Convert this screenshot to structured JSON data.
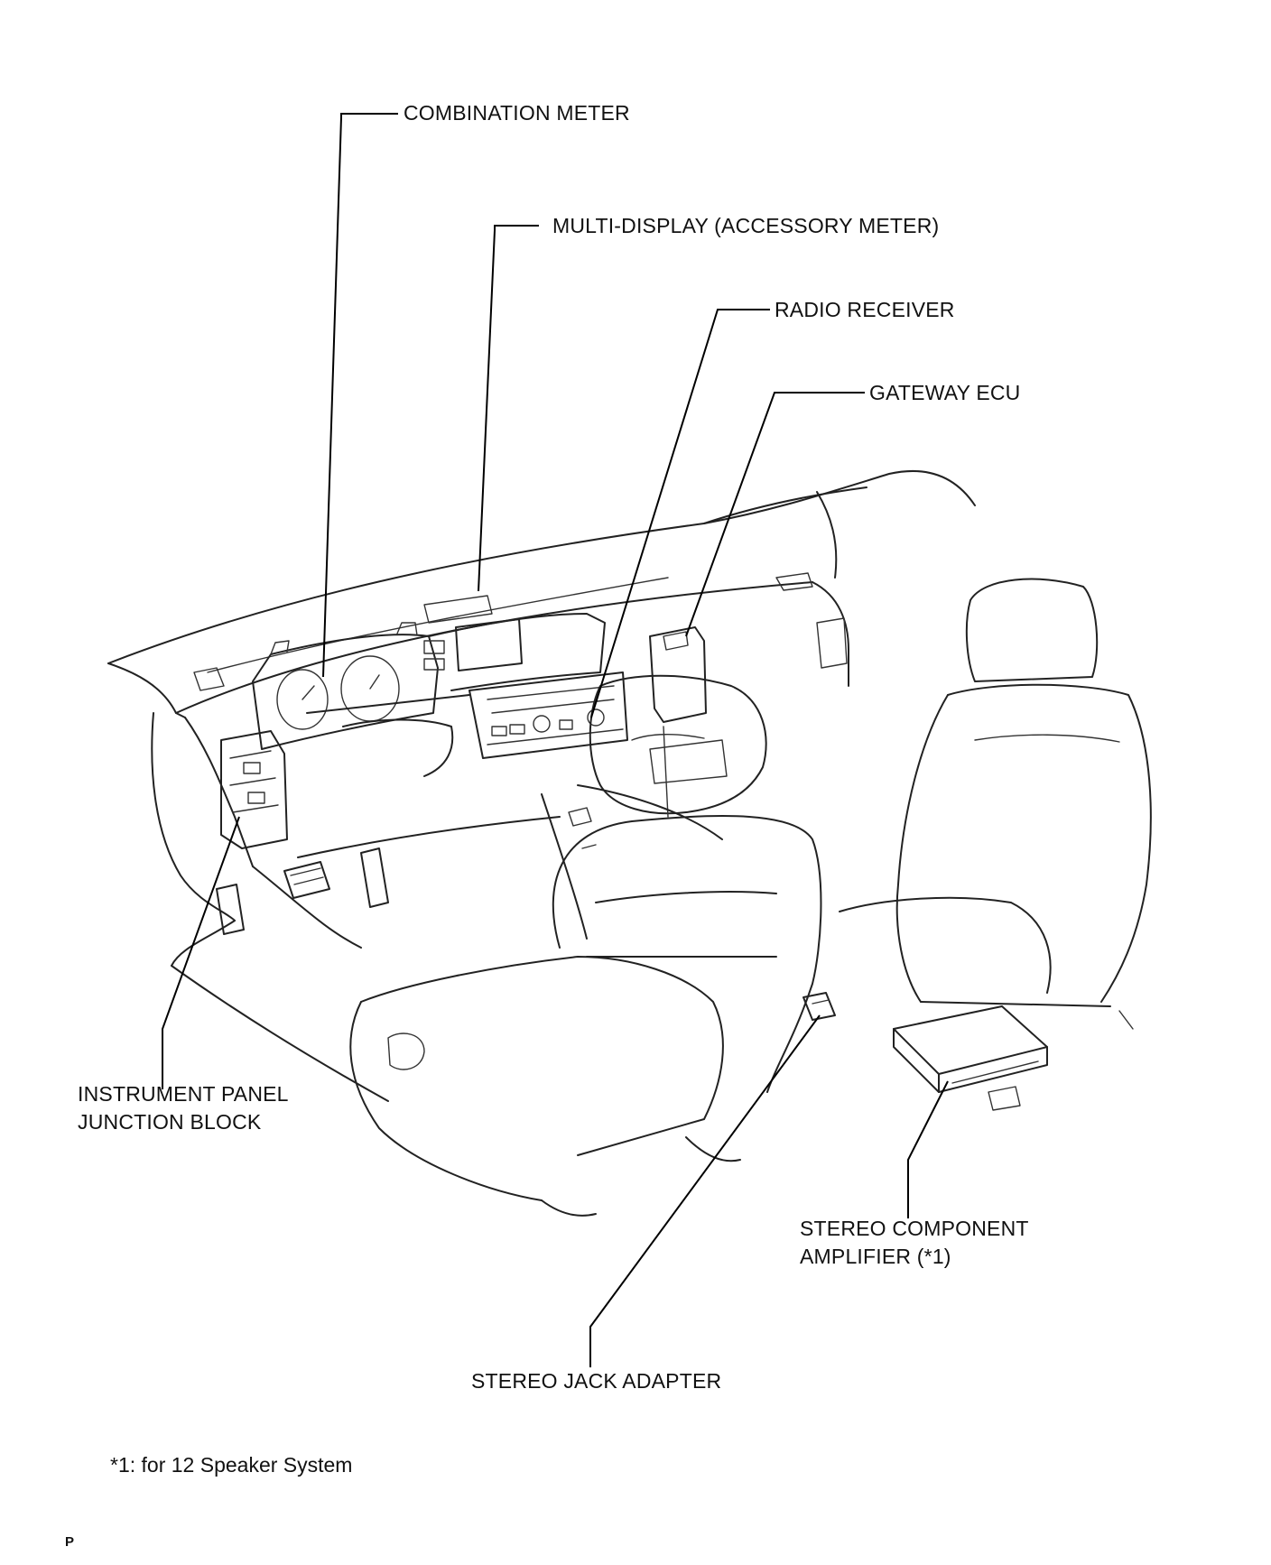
{
  "labels": {
    "combination_meter": "COMBINATION METER",
    "multi_display": "MULTI-DISPLAY (ACCESSORY METER)",
    "radio_receiver": "RADIO RECEIVER",
    "gateway_ecu": "GATEWAY ECU",
    "instrument_panel_jb_line1": "INSTRUMENT PANEL",
    "instrument_panel_jb_line2": "JUNCTION BLOCK",
    "stereo_amp_line1": "STEREO COMPONENT",
    "stereo_amp_line2": "AMPLIFIER (*1)",
    "stereo_jack": "STEREO JACK ADAPTER"
  },
  "footnote": "*1: for 12 Speaker System",
  "page_mark": "P"
}
